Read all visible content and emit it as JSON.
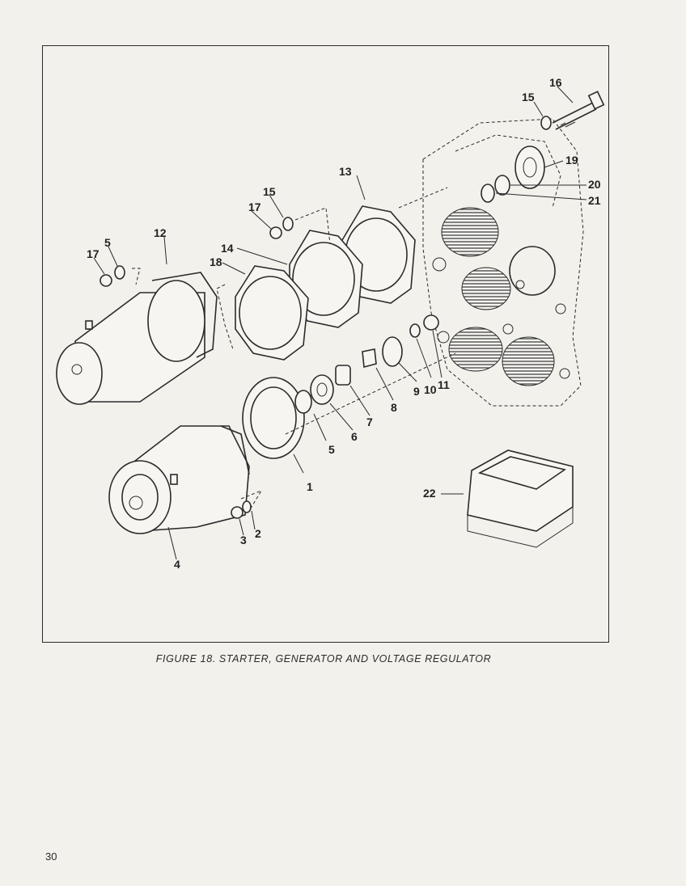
{
  "figure": {
    "caption": "FIGURE 18. STARTER, GENERATOR AND VOLTAGE REGULATOR",
    "callouts": [
      {
        "id": "c1",
        "text": "1"
      },
      {
        "id": "c2",
        "text": "2"
      },
      {
        "id": "c3",
        "text": "3"
      },
      {
        "id": "c4",
        "text": "4"
      },
      {
        "id": "c5a",
        "text": "5"
      },
      {
        "id": "c5b",
        "text": "5"
      },
      {
        "id": "c6",
        "text": "6"
      },
      {
        "id": "c7",
        "text": "7"
      },
      {
        "id": "c8",
        "text": "8"
      },
      {
        "id": "c9",
        "text": "9"
      },
      {
        "id": "c10",
        "text": "10"
      },
      {
        "id": "c11",
        "text": "11"
      },
      {
        "id": "c12",
        "text": "12"
      },
      {
        "id": "c13",
        "text": "13"
      },
      {
        "id": "c14",
        "text": "14"
      },
      {
        "id": "c15a",
        "text": "15"
      },
      {
        "id": "c15b",
        "text": "15"
      },
      {
        "id": "c16",
        "text": "16"
      },
      {
        "id": "c17a",
        "text": "17"
      },
      {
        "id": "c17b",
        "text": "17"
      },
      {
        "id": "c18",
        "text": "18"
      },
      {
        "id": "c19",
        "text": "19"
      },
      {
        "id": "c20",
        "text": "20"
      },
      {
        "id": "c21",
        "text": "21"
      },
      {
        "id": "c22",
        "text": "22"
      }
    ]
  },
  "page": {
    "number": "30"
  }
}
